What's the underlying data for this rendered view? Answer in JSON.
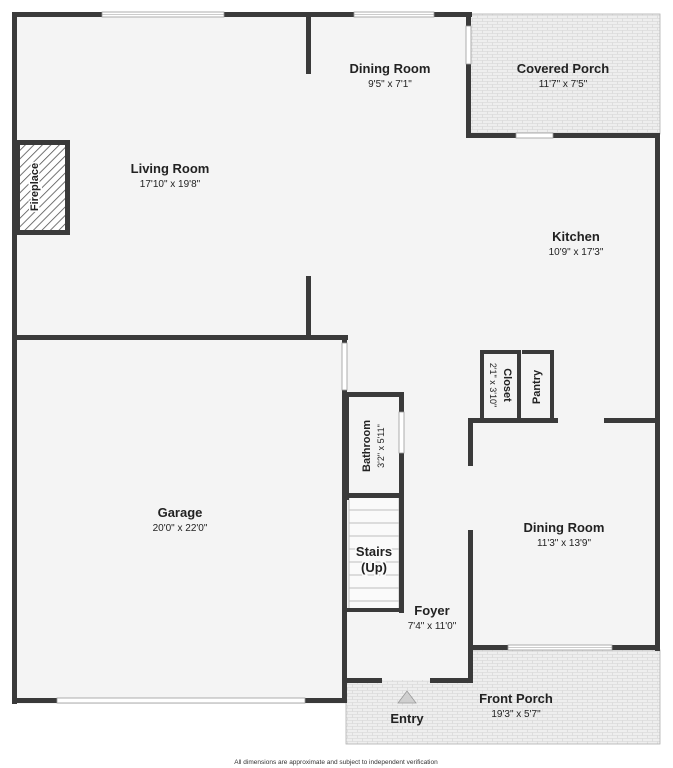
{
  "colors": {
    "wall": "#3a3a3a",
    "floor": "#f4f4f4",
    "outdoor": "#eeeeee",
    "text": "#222222"
  },
  "rooms": {
    "dining_top": {
      "name": "Dining Room",
      "dims": "9'5\" x 7'1\""
    },
    "covered_porch": {
      "name": "Covered Porch",
      "dims": "11'7\" x 7'5\""
    },
    "living": {
      "name": "Living Room",
      "dims": "17'10\" x 19'8\""
    },
    "fireplace": {
      "name": "Fireplace"
    },
    "kitchen": {
      "name": "Kitchen",
      "dims": "10'9\" x 17'3\""
    },
    "closet": {
      "name": "Closet",
      "dims": "2'1\" x 3'10\""
    },
    "pantry": {
      "name": "Pantry"
    },
    "bathroom": {
      "name": "Bathroom",
      "dims": "3'2\" x 5'11\""
    },
    "garage": {
      "name": "Garage",
      "dims": "20'0\" x 22'0\""
    },
    "stairs": {
      "name": "Stairs",
      "direction": "(Up)"
    },
    "dining_bottom": {
      "name": "Dining Room",
      "dims": "11'3\" x 13'9\""
    },
    "foyer": {
      "name": "Foyer",
      "dims": "7'4\" x 11'0\""
    },
    "front_porch": {
      "name": "Front Porch",
      "dims": "19'3\" x 5'7\""
    },
    "entry": {
      "name": "Entry"
    }
  },
  "footer": "All dimensions are approximate and subject to independent verification"
}
